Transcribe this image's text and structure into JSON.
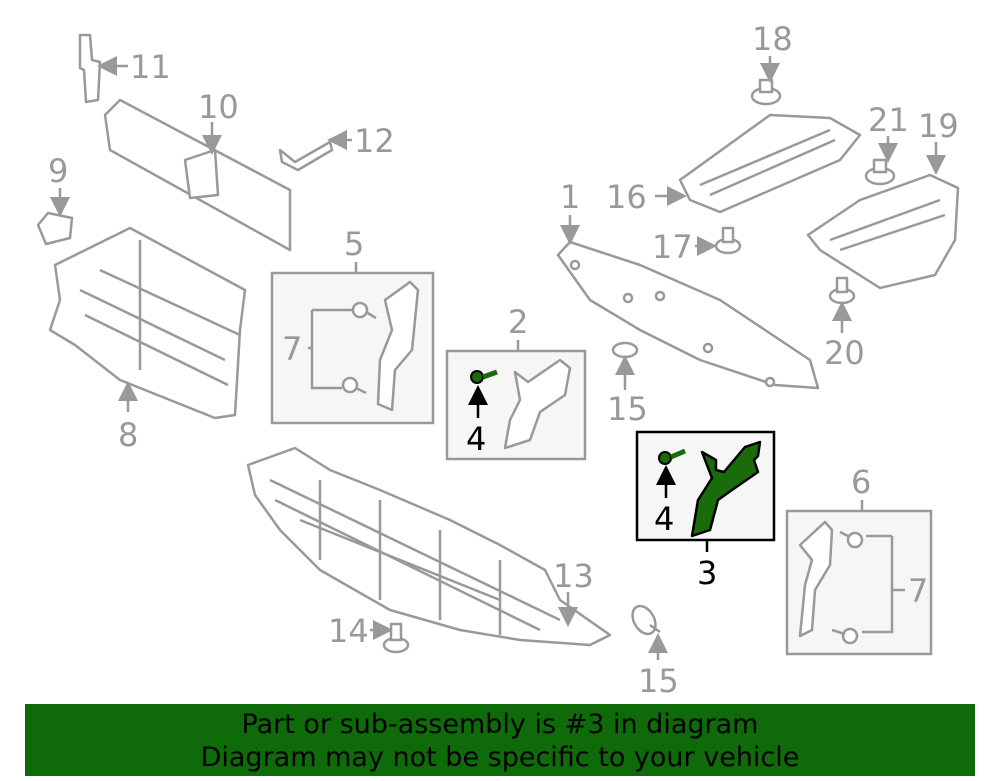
{
  "callouts": {
    "c1": "1",
    "c2": "2",
    "c3": "3",
    "c4a": "4",
    "c4b": "4",
    "c5": "5",
    "c6": "6",
    "c7a": "7",
    "c7b": "7",
    "c8": "8",
    "c9": "9",
    "c10": "10",
    "c11": "11",
    "c12": "12",
    "c13": "13",
    "c14": "14",
    "c15a": "15",
    "c15b": "15",
    "c16": "16",
    "c17": "17",
    "c18": "18",
    "c19": "19",
    "c20": "20",
    "c21": "21"
  },
  "highlight_color": "#1a6b0a",
  "banner": {
    "line1": "Part or sub-assembly is #3 in diagram",
    "line2": "Diagram may not be specific to your vehicle",
    "color": "#0f6b0a"
  }
}
